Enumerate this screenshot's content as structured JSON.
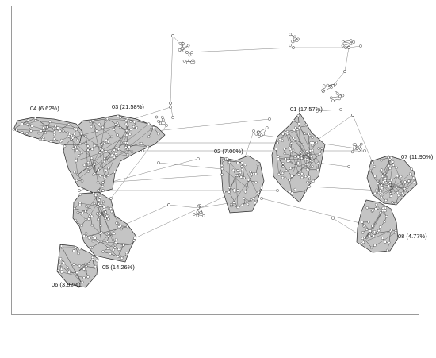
{
  "clusters": [
    {
      "id": "01",
      "label": "01 (17.57%)"
    },
    {
      "id": "02",
      "label": "02 (7.00%)"
    },
    {
      "id": "03",
      "label": "03 (21.58%)"
    },
    {
      "id": "04",
      "label": "04 (6.62%)"
    },
    {
      "id": "05",
      "label": "05 (14.26%)"
    },
    {
      "id": "06",
      "label": "06 (3.82%)"
    },
    {
      "id": "07",
      "label": "07 (11.90%)"
    },
    {
      "id": "08",
      "label": "08 (4.77%)"
    }
  ],
  "colors": {
    "hull_fill": "#c4c4c4",
    "hull_stroke": "#2a2a2a",
    "edge": "#666666",
    "node_fill": "#ffffff",
    "node_stroke": "#333333",
    "frame": "#9a9a9a"
  }
}
